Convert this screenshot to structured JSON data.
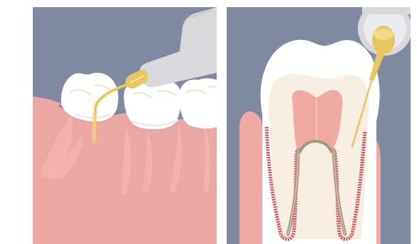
{
  "illustration": {
    "panels": [
      {
        "id": "scaling",
        "subject": "ultrasonic-scaler-on-molars"
      },
      {
        "id": "endodontic",
        "subject": "tooth-cross-section-root-canal"
      }
    ],
    "colors": {
      "background_slate": "#7f8aa1",
      "gum_pink": "#eba7a2",
      "gum_light": "#f4bcb6",
      "enamel_white": "#ffffff",
      "dentin_cream": "#f6eee0",
      "pulp_pink": "#f0aaa3",
      "nerve_red": "#d2485a",
      "instrument_gray": "#d9d9db",
      "tip_gold": "#e8c55f"
    }
  }
}
